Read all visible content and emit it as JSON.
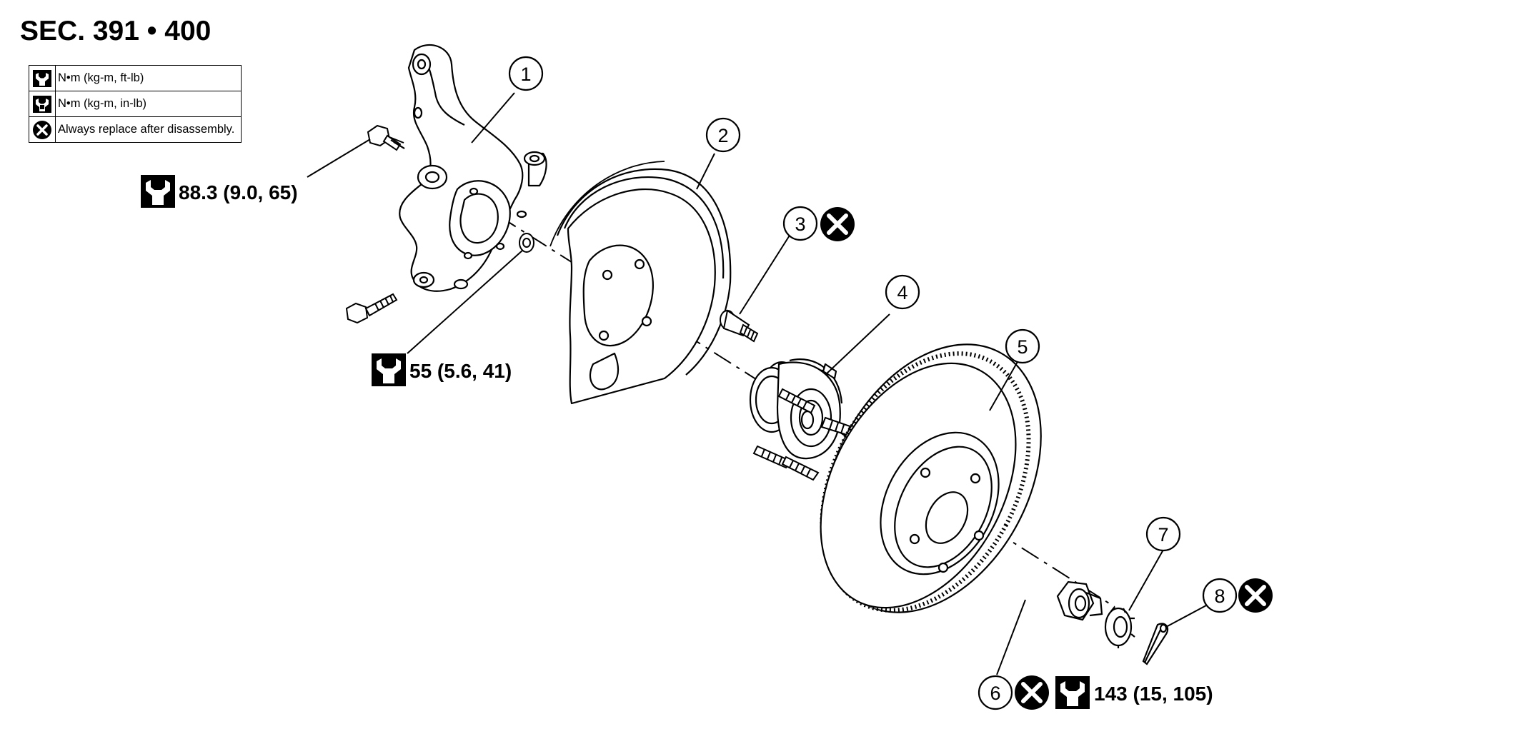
{
  "header": {
    "title": "SEC. 391 • 400"
  },
  "legend": [
    {
      "icon": "torque-wrench-icon",
      "text": "N•m (kg-m, ft-lb)"
    },
    {
      "icon": "torque-wrench-inlb-icon",
      "text": "N•m (kg-m, in-lb)"
    },
    {
      "icon": "replace-x-icon",
      "text": "Always replace after disassembly."
    }
  ],
  "parts": [
    {
      "number": "1"
    },
    {
      "number": "2"
    },
    {
      "number": "3",
      "replace": true
    },
    {
      "number": "4"
    },
    {
      "number": "5"
    },
    {
      "number": "6",
      "replace": true
    },
    {
      "number": "7"
    },
    {
      "number": "8",
      "replace": true
    }
  ],
  "torques": [
    {
      "value": "88.3 (9.0, 65)"
    },
    {
      "value": "55 (5.6, 41)"
    },
    {
      "value": "143 (15, 105)"
    }
  ],
  "colors": {
    "line": "#000000",
    "background": "#ffffff"
  }
}
